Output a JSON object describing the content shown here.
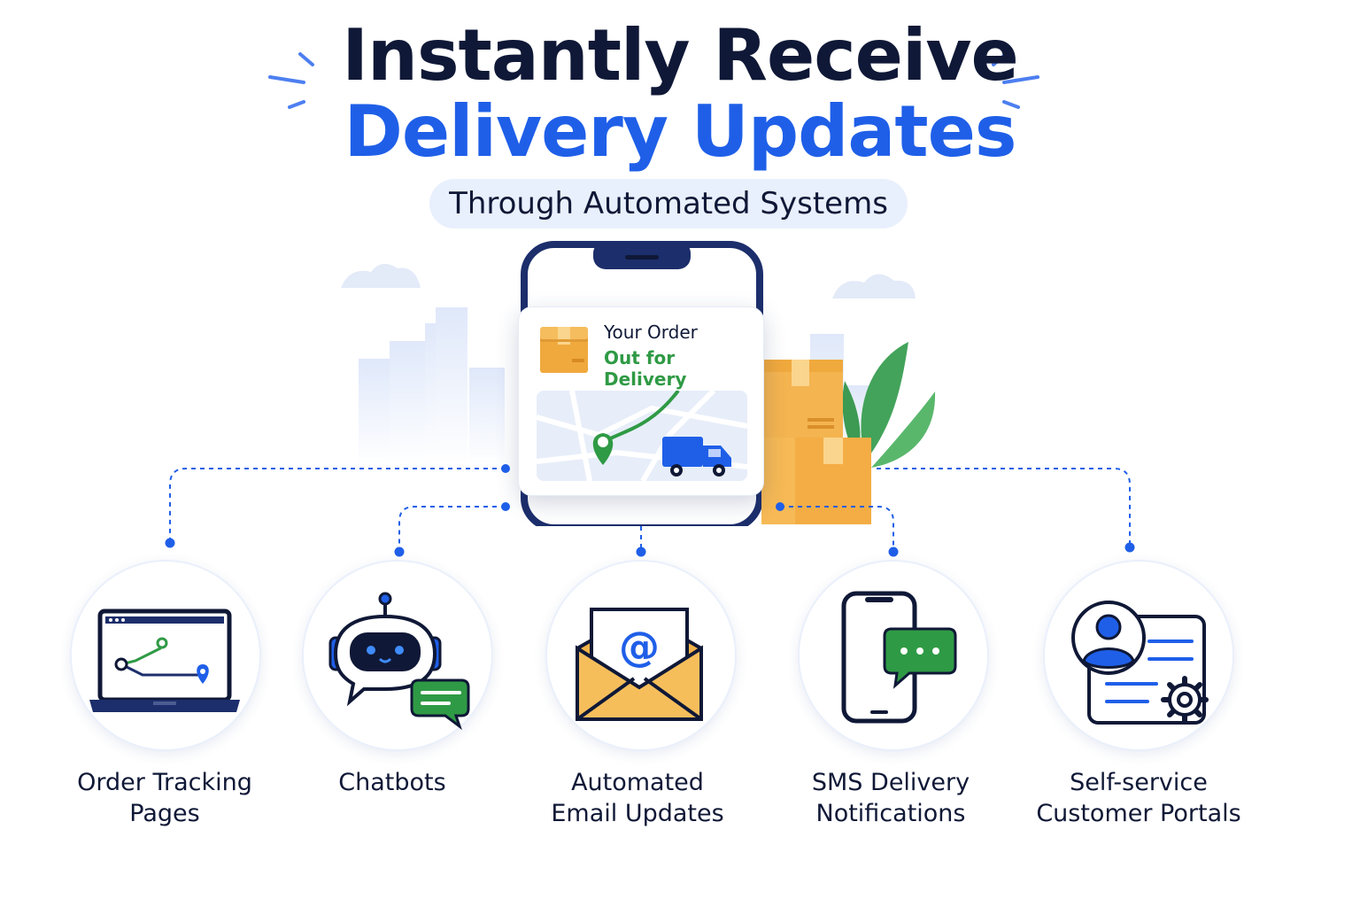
{
  "title": {
    "line1": "Instantly Receive",
    "line2": "Delivery Updates",
    "subtitle": "Through Automated Systems"
  },
  "phone_card": {
    "order_label": "Your Order",
    "status": "Out for Delivery"
  },
  "channels": [
    {
      "label_line1": "Order Tracking",
      "label_line2": "Pages",
      "icon": "laptop-map-icon"
    },
    {
      "label_line1": "Chatbots",
      "label_line2": "",
      "icon": "robot-chat-icon"
    },
    {
      "label_line1": "Automated",
      "label_line2": "Email Updates",
      "icon": "envelope-at-icon"
    },
    {
      "label_line1": "SMS Delivery",
      "label_line2": "Notifications",
      "icon": "phone-message-icon"
    },
    {
      "label_line1": "Self-service",
      "label_line2": "Customer Portals",
      "icon": "user-portal-icon"
    }
  ],
  "colors": {
    "navy": "#0f1836",
    "blue": "#1f5fe8",
    "green": "#2f9a45",
    "orange": "#f2b34a"
  }
}
